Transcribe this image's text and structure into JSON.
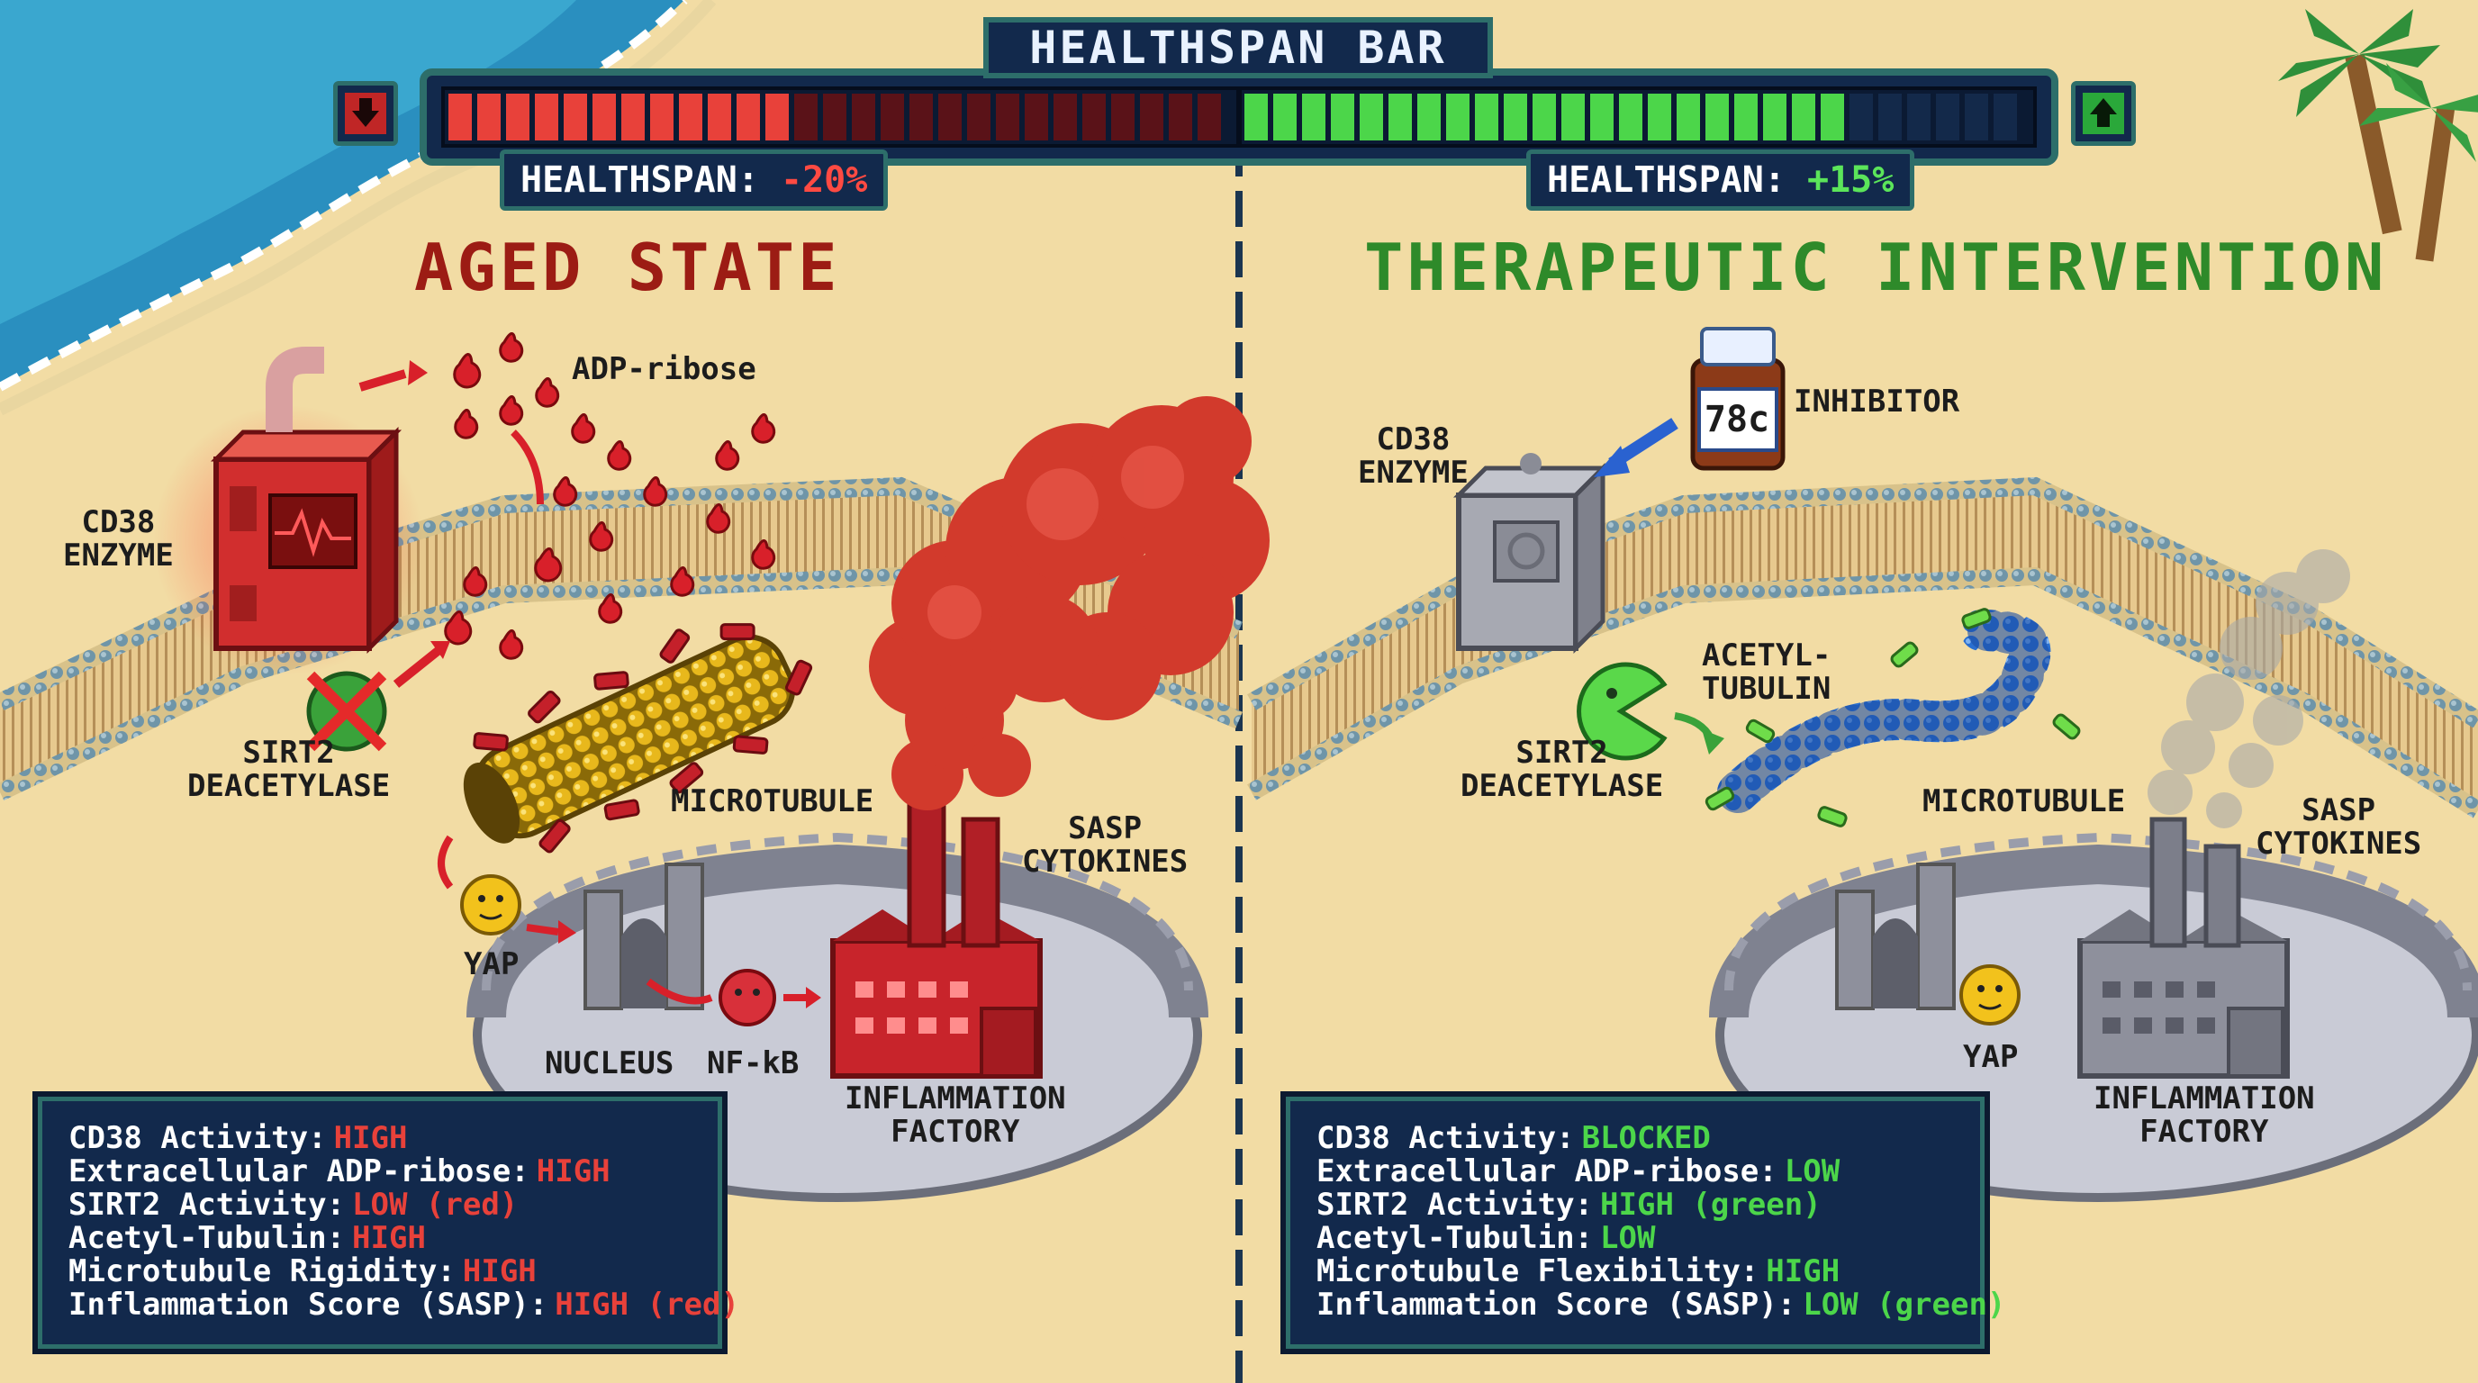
{
  "healthspan_bar": {
    "title": "HEALTHSPAN BAR",
    "left_readout_label": "HEALTHSPAN:",
    "left_readout_value": "-20%",
    "right_readout_label": "HEALTHSPAN:",
    "right_readout_value": "+15%",
    "left_fill_fraction": 0.45,
    "right_fill_fraction": 0.77,
    "down_button_icon": "down-arrow-icon",
    "up_button_icon": "up-arrow-icon"
  },
  "aged": {
    "title": "AGED STATE",
    "labels": {
      "adp_ribose": "ADP-ribose",
      "cd38_line1": "CD38",
      "cd38_line2": "ENZYME",
      "sirt2_line1": "SIRT2",
      "sirt2_line2": "DEACETYLASE",
      "microtubule": "MICROTUBULE",
      "sasp_line1": "SASP",
      "sasp_line2": "CYTOKINES",
      "yap": "YAP",
      "nucleus": "NUCLEUS",
      "nfkb": "NF-kB",
      "factory_line1": "INFLAMMATION",
      "factory_line2": "FACTORY"
    },
    "stats": [
      {
        "label": "CD38 Activity:",
        "value": "HIGH"
      },
      {
        "label": "Extracellular ADP-ribose:",
        "value": "HIGH"
      },
      {
        "label": "SIRT2 Activity:",
        "value": "LOW (red)"
      },
      {
        "label": "Acetyl-Tubulin:",
        "value": "HIGH"
      },
      {
        "label": "Microtubule Rigidity:",
        "value": "HIGH"
      },
      {
        "label": "Inflammation Score (SASP):",
        "value": "HIGH (red)"
      }
    ]
  },
  "therapy": {
    "title": "THERAPEUTIC INTERVENTION",
    "labels": {
      "inhibitor": "INHIBITOR",
      "bottle_label": "78c",
      "cd38_line1": "CD38",
      "cd38_line2": "ENZYME",
      "acetyl_line1": "ACETYL-",
      "acetyl_line2": "TUBULIN",
      "sirt2_line1": "SIRT2",
      "sirt2_line2": "DEACETYLASE",
      "microtubule": "MICROTUBULE",
      "sasp_line1": "SASP",
      "sasp_line2": "CYTOKINES",
      "yap": "YAP",
      "factory_line1": "INFLAMMATION",
      "factory_line2": "FACTORY"
    },
    "stats": [
      {
        "label": "CD38 Activity:",
        "value": "BLOCKED"
      },
      {
        "label": "Extracellular ADP-ribose:",
        "value": "LOW"
      },
      {
        "label": "SIRT2 Activity:",
        "value": "HIGH (green)"
      },
      {
        "label": "Acetyl-Tubulin:",
        "value": "LOW"
      },
      {
        "label": "Microtubule Flexibility:",
        "value": "HIGH"
      },
      {
        "label": "Inflammation Score (SASP):",
        "value": "LOW (green)"
      }
    ]
  },
  "colors": {
    "sand": "#f2dca4",
    "bad": "#e8413a",
    "good": "#4cd64a",
    "title_bad": "#9c1c14",
    "title_good": "#2e8a2a",
    "panel": "#12294c"
  }
}
